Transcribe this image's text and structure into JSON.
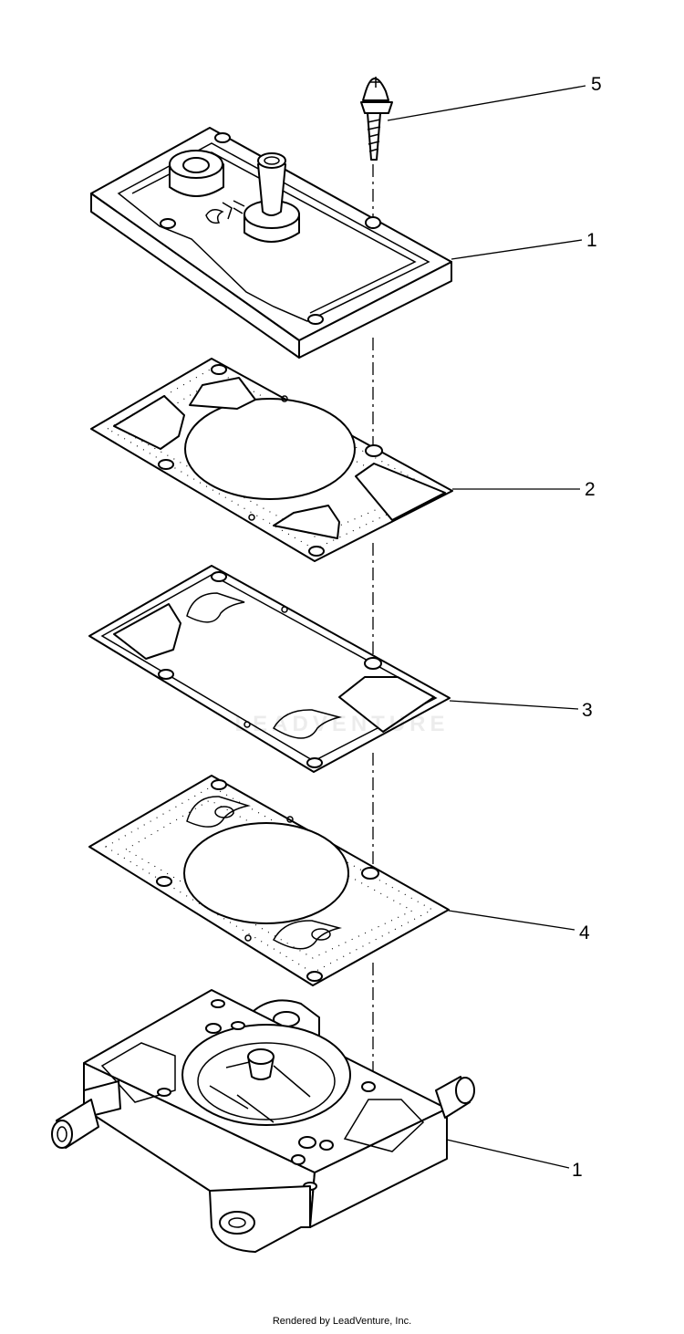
{
  "diagram": {
    "callouts": {
      "screw": "5",
      "cover": "1",
      "gasket_upper": "2",
      "diaphragm": "3",
      "gasket_lower": "4",
      "pump_body": "1"
    },
    "watermark": "LEADVENTURE",
    "footer": "Rendered by LeadVenture, Inc."
  }
}
